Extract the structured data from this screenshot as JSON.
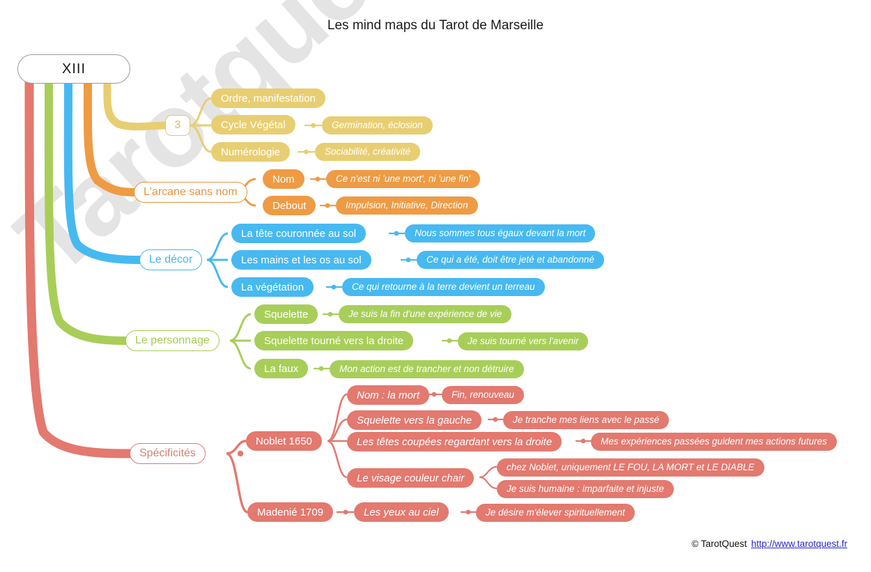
{
  "title": "Les mind maps du Tarot de Marseille",
  "watermark": "Tarotquest.fr",
  "root": {
    "label": "XIII"
  },
  "footer": {
    "copyright": "© TarotQuest",
    "link": "http://www.tarotquest.fr"
  },
  "colors": {
    "yellow": "#e8ce72",
    "orange": "#ee9b44",
    "blue": "#47b9f1",
    "green": "#a8ce59",
    "red": "#e3796f",
    "root_border": "#9b9b9b",
    "link": "#2727cc",
    "watermark": "#e4e4e4"
  },
  "branches": [
    {
      "id": "numero",
      "color": "yellow",
      "label": "3",
      "children": [
        {
          "label": "Ordre, manifestation",
          "leaves": []
        },
        {
          "label": "Cycle Végétal",
          "leaves": [
            "Germination, éclosion"
          ]
        },
        {
          "label": "Numérologie",
          "leaves": [
            "Sociabilité, créativité"
          ]
        }
      ]
    },
    {
      "id": "arcane",
      "color": "orange",
      "label": "L'arcane sans nom",
      "children": [
        {
          "label": "Nom",
          "leaves": [
            "Ce n'est ni 'une mort', ni 'une fin'"
          ]
        },
        {
          "label": "Debout",
          "leaves": [
            "Impulsion, Initiative, Direction"
          ]
        }
      ]
    },
    {
      "id": "decor",
      "color": "blue",
      "label": "Le décor",
      "children": [
        {
          "label": "La tête couronnée au sol",
          "leaves": [
            "Nous sommes tous égaux devant la mort"
          ]
        },
        {
          "label": "Les mains et les os au sol",
          "leaves": [
            "Ce qui a été, doit être jeté et abandonné"
          ]
        },
        {
          "label": "La végétation",
          "leaves": [
            "Ce qui retourne à la terre devient un terreau"
          ]
        }
      ]
    },
    {
      "id": "personnage",
      "color": "green",
      "label": "Le personnage",
      "children": [
        {
          "label": "Squelette",
          "leaves": [
            "Je suis la fin d'une expérience de vie"
          ]
        },
        {
          "label": "Squelette tourné vers la droite",
          "leaves": [
            "Je suis tourné vers l'avenir"
          ]
        },
        {
          "label": "La faux",
          "leaves": [
            "Mon action est de trancher et non détruire"
          ]
        }
      ]
    },
    {
      "id": "specificites",
      "color": "red",
      "label": "Spécificités",
      "children": [
        {
          "label": "Noblet 1650",
          "subchildren": [
            {
              "label": "Nom : la mort",
              "leaves": [
                "Fin, renouveau"
              ]
            },
            {
              "label": "Squelette vers la gauche",
              "leaves": [
                "Je tranche mes liens avec le passé"
              ]
            },
            {
              "label": "Les têtes coupées regardant vers la droite",
              "leaves": [
                "Mes expériences passées guident mes actions futures"
              ]
            },
            {
              "label": "Le visage couleur chair",
              "leaves": [
                "chez Noblet, uniquement LE FOU, LA MORT et LE DIABLE",
                "Je suis humaine : imparfaite et injuste"
              ]
            }
          ]
        },
        {
          "label": "Madenié 1709",
          "subchildren": [
            {
              "label": "Les yeux au ciel",
              "leaves": [
                "Je désire m'élever spirituellement"
              ]
            }
          ]
        }
      ]
    }
  ],
  "nodes": {
    "n_3": {
      "text": "3"
    },
    "n_ordre": {
      "text": "Ordre, manifestation"
    },
    "n_cycle": {
      "text": "Cycle Végétal"
    },
    "n_germ": {
      "text": "Germination, éclosion"
    },
    "n_numero": {
      "text": "Numérologie"
    },
    "n_socia": {
      "text": "Sociabilité, créativité"
    },
    "n_arcane": {
      "text": "L'arcane sans nom"
    },
    "n_nom": {
      "text": "Nom"
    },
    "n_nom_leaf": {
      "text": "Ce n'est ni 'une mort', ni 'une fin'"
    },
    "n_debout": {
      "text": "Debout"
    },
    "n_debout_leaf": {
      "text": "Impulsion, Initiative, Direction"
    },
    "n_decor": {
      "text": "Le décor"
    },
    "n_tete": {
      "text": "La tête couronnée au sol"
    },
    "n_tete_leaf": {
      "text": "Nous sommes tous égaux devant la mort"
    },
    "n_mains": {
      "text": "Les mains et les os au sol"
    },
    "n_mains_leaf": {
      "text": "Ce qui a été, doit être jeté et abandonné"
    },
    "n_vege": {
      "text": "La végétation"
    },
    "n_vege_leaf": {
      "text": "Ce qui retourne à la terre devient un terreau"
    },
    "n_perso": {
      "text": "Le personnage"
    },
    "n_squel": {
      "text": "Squelette"
    },
    "n_squel_leaf": {
      "text": "Je suis la fin d'une expérience de vie"
    },
    "n_squeld": {
      "text": "Squelette tourné vers la droite"
    },
    "n_squeld_leaf": {
      "text": "Je suis tourné vers l'avenir"
    },
    "n_faux": {
      "text": "La faux"
    },
    "n_faux_leaf": {
      "text": "Mon action est de trancher et non détruire"
    },
    "n_spec": {
      "text": "Spécificités"
    },
    "n_noblet": {
      "text": "Noblet 1650"
    },
    "n_nommort": {
      "text": "Nom : la mort"
    },
    "n_fin": {
      "text": "Fin, renouveau"
    },
    "n_squelg": {
      "text": "Squelette vers la gauche"
    },
    "n_tranche": {
      "text": "Je tranche mes liens avec le passé"
    },
    "n_tetes": {
      "text": "Les têtes coupées regardant vers la droite"
    },
    "n_exp": {
      "text": "Mes expériences passées guident mes actions futures"
    },
    "n_visage": {
      "text": "Le visage couleur chair"
    },
    "n_chez": {
      "text": "chez Noblet, uniquement LE FOU, LA MORT et LE DIABLE"
    },
    "n_humaine": {
      "text": "Je suis humaine : imparfaite et injuste"
    },
    "n_madenie": {
      "text": "Madenié 1709"
    },
    "n_yeux": {
      "text": "Les yeux au ciel"
    },
    "n_desire": {
      "text": "Je désire m'élever spirituellement"
    }
  }
}
